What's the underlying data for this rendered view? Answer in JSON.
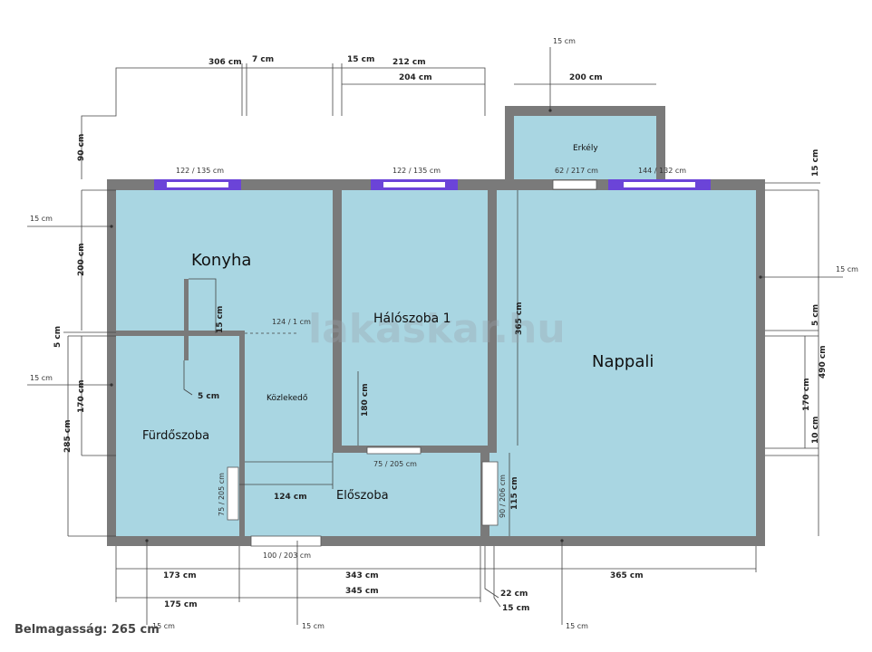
{
  "watermark": "lakaskar.hu",
  "ceiling_height": "Belmagasság: 265 cm",
  "rooms": {
    "konyha": "Konyha",
    "halo": "Hálószoba 1",
    "nappali": "Nappali",
    "furdo": "Fürdőszoba",
    "kozlekedo": "Közlekedő",
    "eloszoba": "Előszoba",
    "erkely": "Erkély"
  },
  "windows": {
    "w_konyha": "122 / 135 cm",
    "w_halo": "122 / 135 cm",
    "w_erkely_door": "62 / 217 cm",
    "w_nappali": "144 / 132 cm"
  },
  "doors": {
    "d_halo": "75 / 205 cm",
    "d_furdo": "75 / 205 cm",
    "d_nappali": "90 / 206 cm",
    "d_entry": "100 / 203 cm",
    "opening": "124 / 1 cm"
  },
  "dims": {
    "top_306": "306 cm",
    "top_7": "7 cm",
    "top_15a": "15 cm",
    "top_212": "212 cm",
    "top_204": "204 cm",
    "top_15b": "15 cm",
    "top_200": "200 cm",
    "left_90": "90 cm",
    "left_15a": "15 cm",
    "left_200": "200 cm",
    "left_5": "5 cm",
    "left_15b": "15 cm",
    "left_170": "170 cm",
    "left_285": "285 cm",
    "k_15": "15 cm",
    "k_5": "5 cm",
    "h_365": "365 cm",
    "h_180": "180 cm",
    "e_124": "124 cm",
    "e_115": "115 cm",
    "r_15a": "15 cm",
    "r_15b": "15 cm",
    "r_5": "5 cm",
    "r_490": "490 cm",
    "r_170": "170 cm",
    "r_10": "10 cm",
    "b_173": "173 cm",
    "b_343": "343 cm",
    "b_365": "365 cm",
    "b_175": "175 cm",
    "b_345": "345 cm",
    "b_22": "22 cm",
    "b_15a": "15 cm",
    "b_15b": "15 cm",
    "b_15c": "15 cm",
    "b_15d": "15 cm"
  }
}
